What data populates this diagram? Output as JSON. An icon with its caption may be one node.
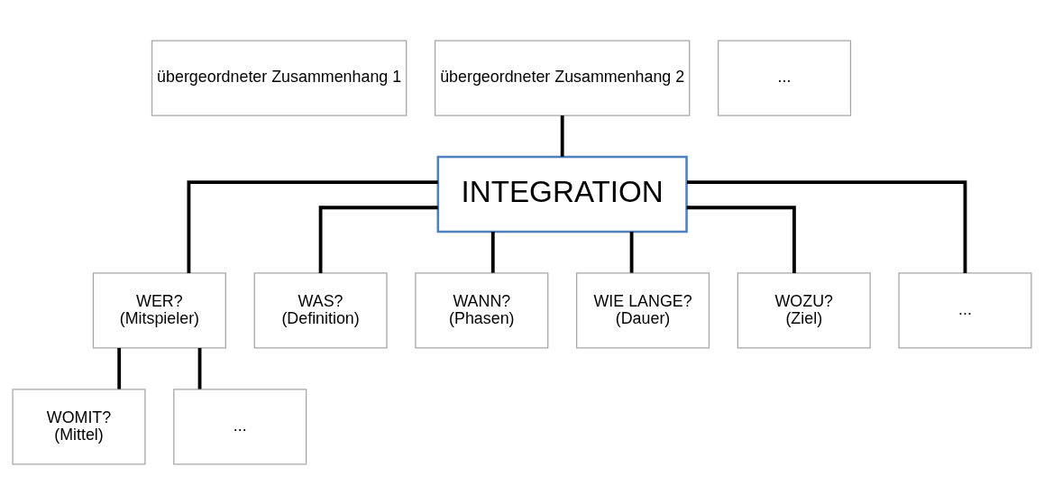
{
  "diagram": {
    "nodes": [
      {
        "text": [
          "übergeordneter Zusammenhang 1"
        ]
      },
      {
        "text": [
          "übergeordneter Zusammenhang 2"
        ]
      },
      {
        "text": [
          "..."
        ]
      },
      {
        "text": [
          "INTEGRATION"
        ]
      },
      {
        "text": [
          "WER?",
          "(Mitspieler)"
        ]
      },
      {
        "text": [
          "WAS?",
          "(Definition)"
        ]
      },
      {
        "text": [
          "WANN?",
          "(Phasen)"
        ]
      },
      {
        "text": [
          "WIE LANGE?",
          "(Dauer)"
        ]
      },
      {
        "text": [
          "WOZU?",
          "(Ziel)"
        ]
      },
      {
        "text": [
          "..."
        ]
      },
      {
        "text": [
          "WOMIT?",
          "(Mittel)"
        ]
      },
      {
        "text": [
          "..."
        ]
      }
    ],
    "edges": [
      {
        "from": 1,
        "to": 3,
        "arrow": "none"
      },
      {
        "from": 3,
        "to": 4,
        "arrow": "none"
      },
      {
        "from": 3,
        "to": 5,
        "arrow": "none"
      },
      {
        "from": 3,
        "to": 6,
        "arrow": "none"
      },
      {
        "from": 3,
        "to": 7,
        "arrow": "none"
      },
      {
        "from": 3,
        "to": 8,
        "arrow": "none"
      },
      {
        "from": 3,
        "to": 9,
        "arrow": "none"
      },
      {
        "from": 4,
        "to": 10,
        "arrow": "none"
      },
      {
        "from": 4,
        "to": 11,
        "arrow": "none"
      }
    ]
  }
}
